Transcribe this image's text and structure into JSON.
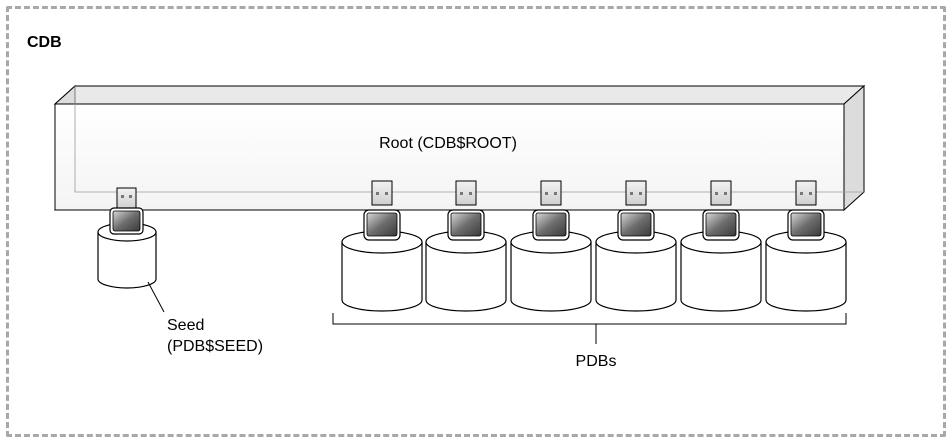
{
  "container": {
    "label": "CDB"
  },
  "root": {
    "label": "Root (CDB$ROOT)"
  },
  "seed": {
    "label_line1": "Seed",
    "label_line2": "(PDB$SEED)"
  },
  "pdbs": {
    "label": "PDBs",
    "count": 6
  }
}
